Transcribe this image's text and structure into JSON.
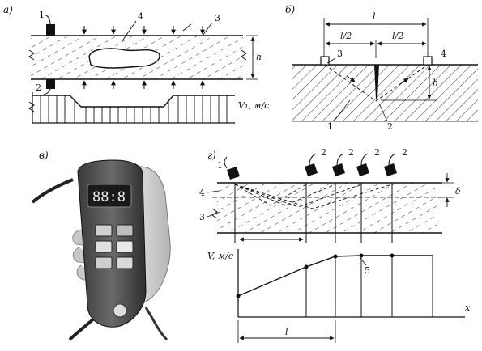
{
  "panels": {
    "a": "а)",
    "b": "б)",
    "v": "в)",
    "g": "г)"
  },
  "labels_a": {
    "n1": "1",
    "n2": "2",
    "n3": "3",
    "n4": "4",
    "h": "h",
    "v1": "V₁, м/с"
  },
  "labels_b": {
    "l": "l",
    "l2a": "l/2",
    "l2b": "l/2",
    "n1": "1",
    "n2": "2",
    "n3": "3",
    "n4": "4",
    "h": "h"
  },
  "device_display": "88:8",
  "labels_g": {
    "n1": "1",
    "n2a": "2",
    "n2b": "2",
    "n2c": "2",
    "n2d": "2",
    "n3": "3",
    "n4": "4",
    "n5": "5",
    "delta": "δ",
    "v": "V, м/с",
    "x": "x",
    "l": "l"
  }
}
